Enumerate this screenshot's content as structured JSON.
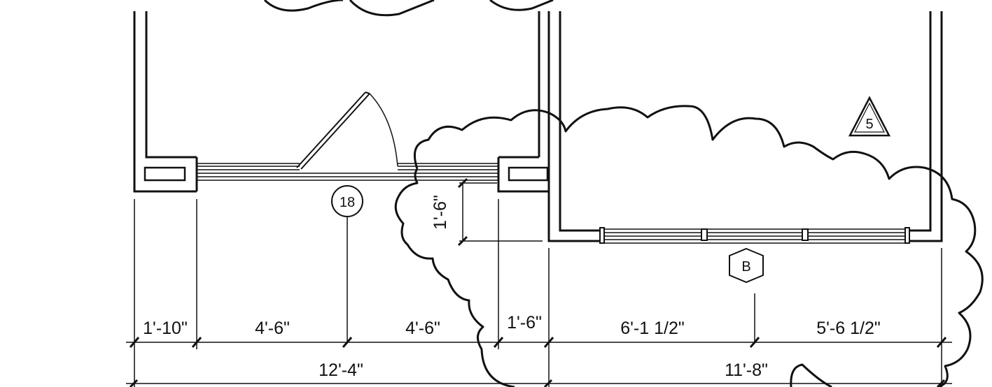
{
  "drawing": {
    "revision_tag": "5",
    "door_tag": "18",
    "window_tag": "B",
    "dims_top": [
      "1'-10\"",
      "4'-6\"",
      "4'-6\"",
      "1'-6\"",
      "6'-1 1/2\"",
      "5'-6 1/2\""
    ],
    "dims_total": [
      "12'-4\"",
      "11'-8\""
    ],
    "dim_vertical": "1'-6\""
  }
}
